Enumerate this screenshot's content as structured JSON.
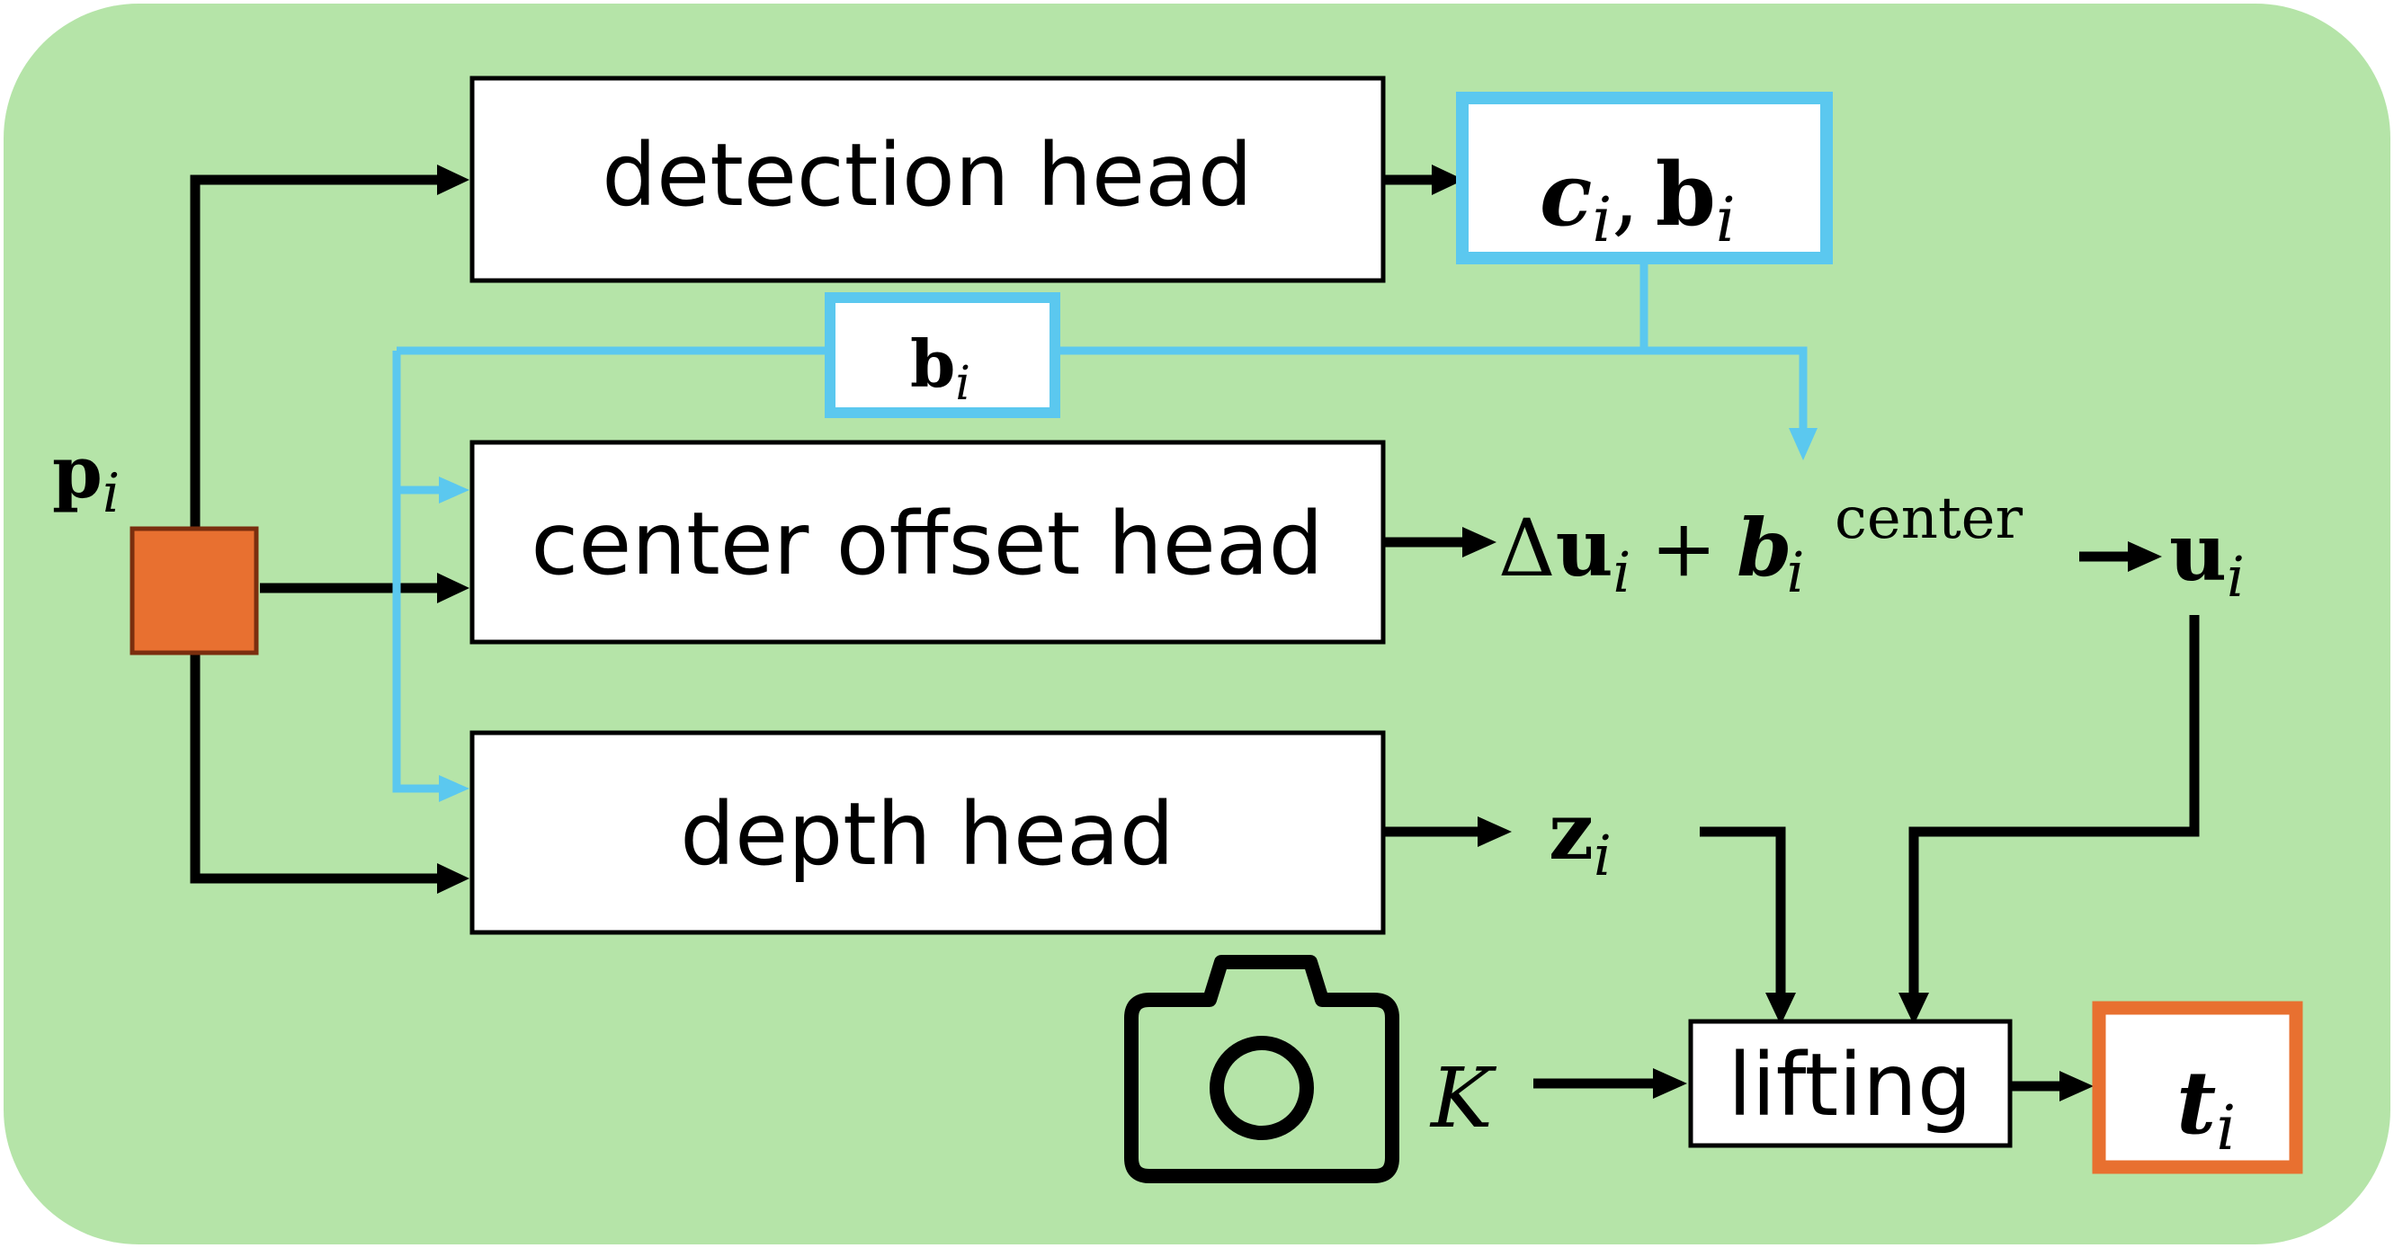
{
  "colors": {
    "background": "#b5e4a8",
    "box_fill": "#ffffff",
    "stroke": "#000000",
    "feature": "#e87030",
    "feature_border": "#7a2e0e",
    "blue": "#5bc8ef",
    "orange": "#e87030"
  },
  "input": {
    "symbol": "p",
    "subscript": "i"
  },
  "heads": {
    "detection": "detection head",
    "center_offset": "center offset head",
    "depth": "depth head"
  },
  "lifting": "lifting",
  "outputs": {
    "detection": {
      "c": "c",
      "sep": ",",
      "b": "b",
      "sub": "i"
    },
    "bbox_branch": {
      "b": "b",
      "sub": "i"
    },
    "center_expr": {
      "delta": "Δ",
      "u": "u",
      "sub": "i",
      "plus": "+",
      "b": "b",
      "sup": "center"
    },
    "center_result": {
      "u": "u",
      "sub": "i"
    },
    "depth": {
      "z": "z",
      "sub": "i"
    },
    "intrinsics": "K",
    "final": {
      "t": "t",
      "sub": "i"
    }
  },
  "icons": {
    "camera": "camera-icon"
  }
}
